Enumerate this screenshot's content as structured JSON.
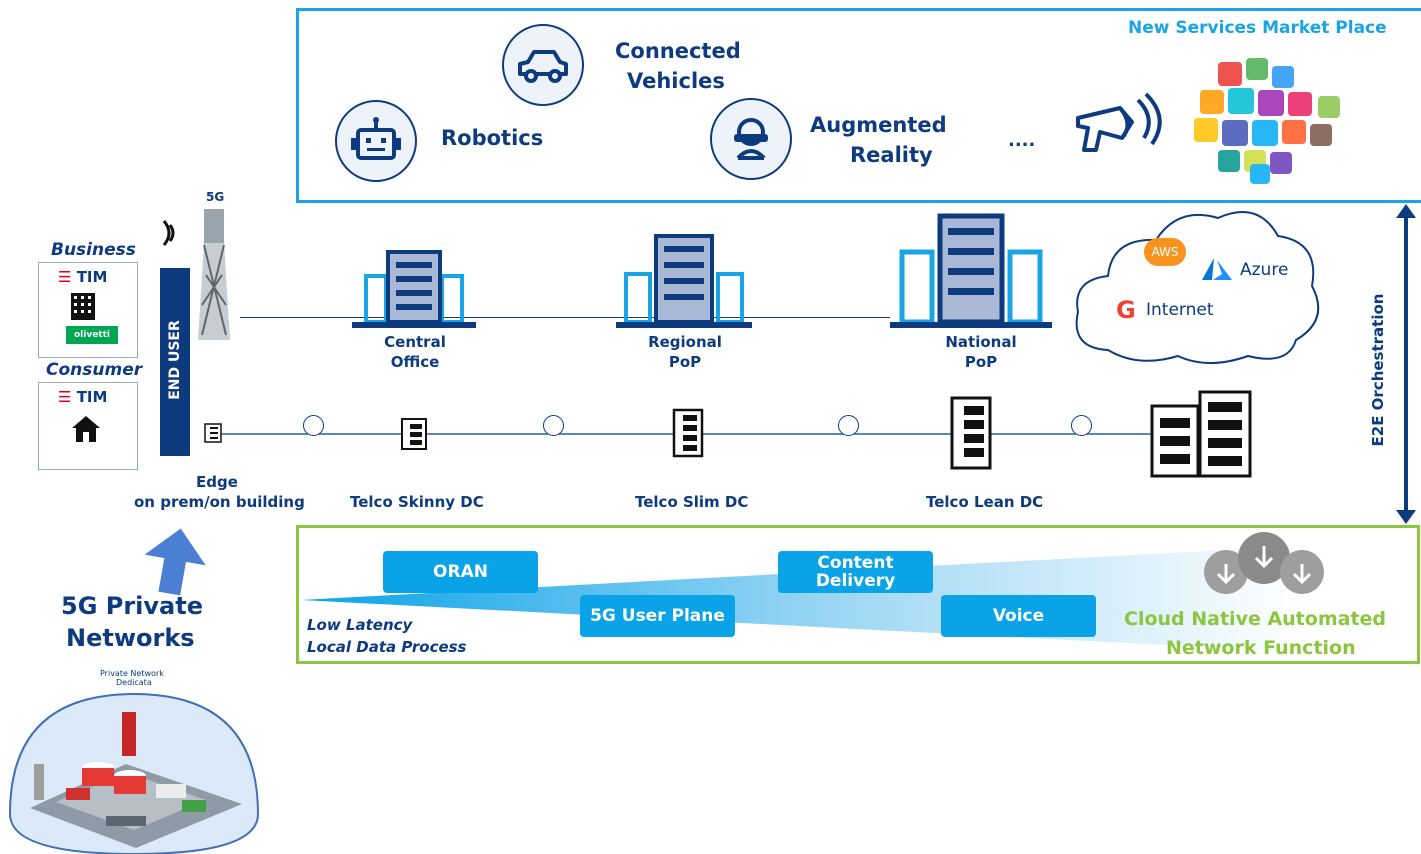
{
  "top_box": {
    "title": "New Services Market Place",
    "services": {
      "robotics": "Robotics",
      "connected_vehicles_1": "Connected",
      "connected_vehicles_2": "Vehicles",
      "augmented_reality_1": "Augmented",
      "augmented_reality_2": "Reality",
      "more": "...."
    }
  },
  "left": {
    "business": "Business",
    "consumer": "Consumer",
    "tim": "TIM",
    "olivetti": "olivetti",
    "end_user": "END USER",
    "antenna_label": "5G",
    "edge_1": "Edge",
    "edge_2": "on prem/on building",
    "private_1": "5G Private",
    "private_2": "Networks",
    "private_caption_1": "Private Network",
    "private_caption_2": "Dedicata"
  },
  "sites": {
    "central_1": "Central",
    "central_2": "Office",
    "regional_1": "Regional",
    "regional_2": "PoP",
    "national_1": "National",
    "national_2": "PoP"
  },
  "cloud": {
    "aws": "AWS",
    "azure": "Azure",
    "internet": "Internet"
  },
  "data_centers": {
    "skinny": "Telco Skinny DC",
    "slim": "Telco Slim DC",
    "lean": "Telco Lean DC"
  },
  "orchestration": "E2E Orchestration",
  "bottom_box": {
    "oran": "ORAN",
    "content_1": "Content",
    "content_2": "Delivery",
    "user_plane": "5G User Plane",
    "voice": "Voice",
    "low_latency": "Low Latency",
    "local_data": "Local Data Process",
    "cloud_native_1": "Cloud Native Automated",
    "cloud_native_2": "Network Function"
  },
  "colors": {
    "navy": "#0d3b7e",
    "accent_blue": "#19a4e3",
    "pill_blue": "#0aa3e8",
    "green": "#8cc63e",
    "tim_red": "#e2001a"
  }
}
